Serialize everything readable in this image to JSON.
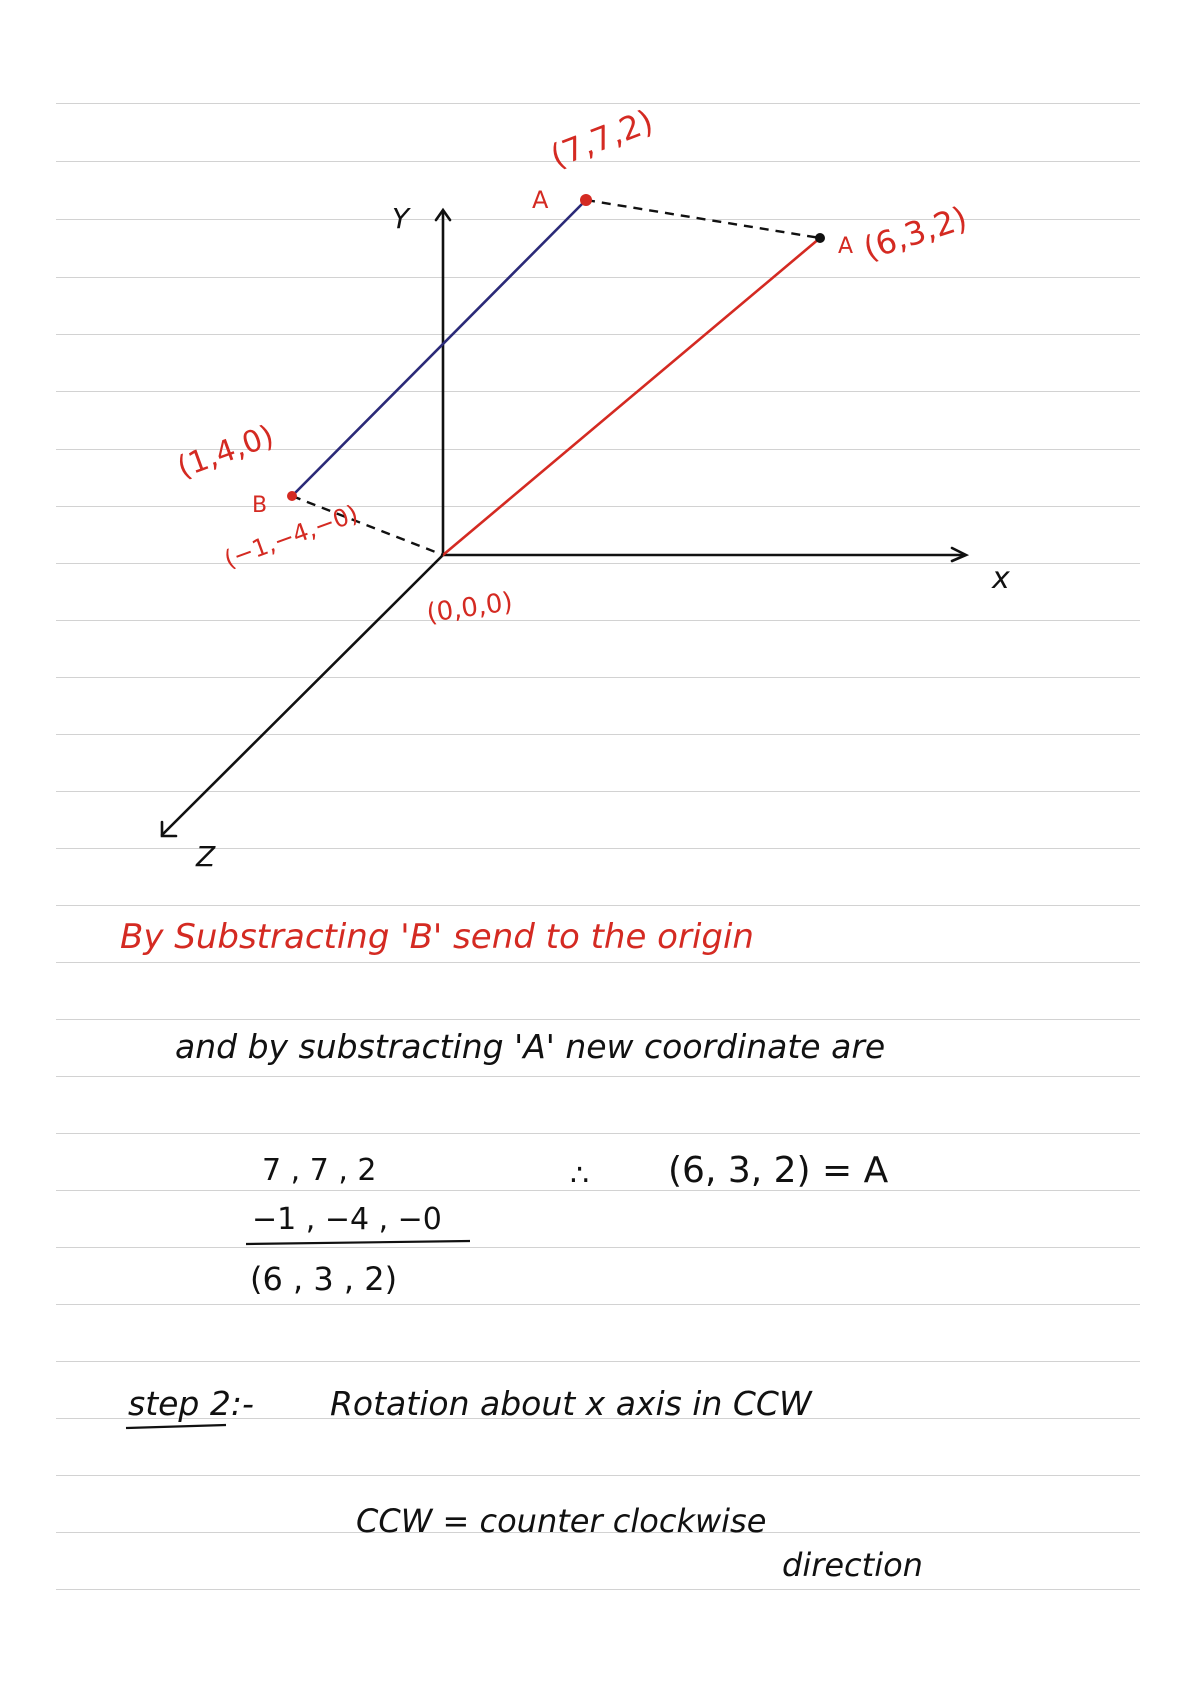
{
  "diagram": {
    "axes": {
      "y": "Y",
      "x": "x",
      "z": "Z"
    },
    "points": {
      "A_label": "A",
      "A_coords": "(7,7,2)",
      "A_new_label": "A",
      "A_new_coords": "(6,3,2)",
      "B_label": "B",
      "B_coords": "(1,4,0)",
      "B_negated": "(−1,−4,−0)",
      "origin": "(0,0,0)"
    },
    "colors": {
      "red_ink": "#d42a22",
      "blue_ink": "#2b2a78",
      "black_ink": "#111111"
    }
  },
  "notes": {
    "line1": "By Substracting 'B' send to the origin",
    "line2": "and by substracting 'A' new coordinate are",
    "calc_row1": "7 , 7 , 2",
    "calc_row2": "−1 , −4 , −0",
    "calc_result": "(6 , 3 , 2)",
    "therefore": "∴",
    "conclusion": "(6, 3, 2) = A",
    "step_label": "step 2:-",
    "step_text": "Rotation about x axis in CCW",
    "ccw_def_line1": "CCW = counter clockwise",
    "ccw_def_line2": "direction"
  }
}
